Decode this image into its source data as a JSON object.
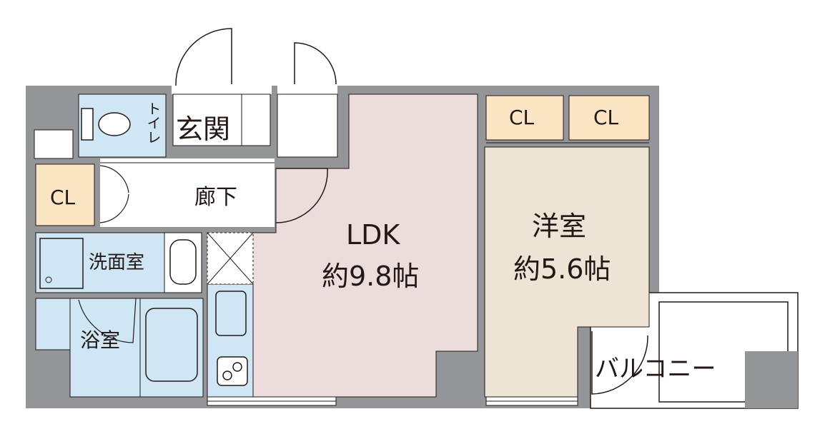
{
  "labels": {
    "entrance": "玄関",
    "toilet": "トイレ",
    "hallway": "廊下",
    "ldk": "LDK",
    "ldk_size": "約9.8帖",
    "washroom": "洗面室",
    "bathroom": "浴室",
    "western_room": "洋室",
    "western_size": "約5.6帖",
    "balcony": "バルコニー",
    "closet_left": "CL",
    "closet_top_1": "CL",
    "closet_top_2": "CL"
  },
  "colors": {
    "wall": "#939598",
    "ldk_floor": "#ecdcdc",
    "western_floor": "#ede4d5",
    "wet_area": "#cfe6f4",
    "closet": "#fce5c5",
    "white_area": "#ffffff",
    "line": "#231815"
  }
}
